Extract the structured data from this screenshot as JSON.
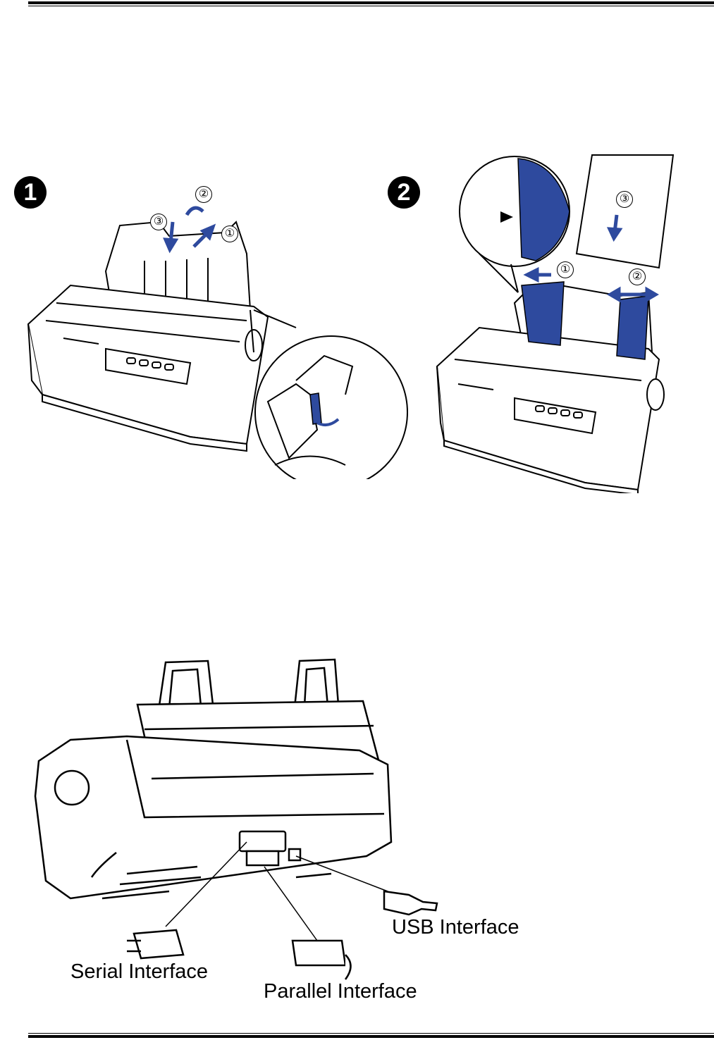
{
  "steps": [
    {
      "badge": "1",
      "substeps": [
        "①",
        "②",
        "③"
      ]
    },
    {
      "badge": "2",
      "substeps": [
        "①",
        "②",
        "③"
      ]
    }
  ],
  "interfaces": {
    "serial": "Serial Interface",
    "parallel": "Parallel Interface",
    "usb": "USB Interface"
  },
  "colors": {
    "accent": "#2e4a9e",
    "line": "#000000",
    "paper": "#ffffff"
  }
}
